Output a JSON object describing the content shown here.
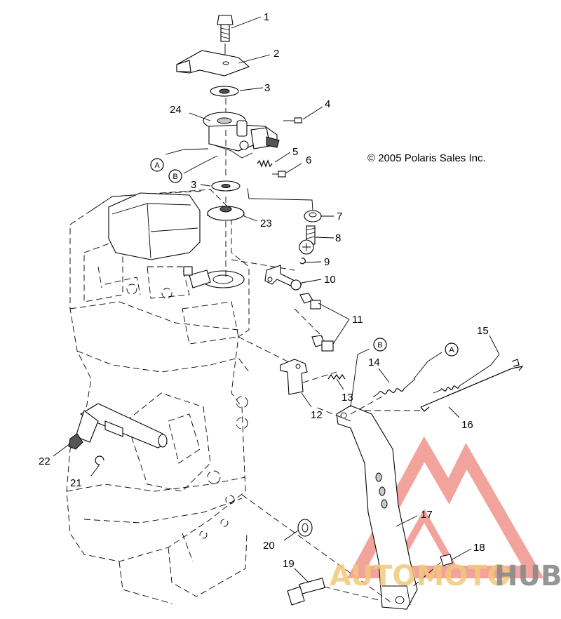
{
  "copyright": "© 2005 Polaris Sales Inc.",
  "callouts": [
    "A",
    "B"
  ],
  "part_numbers": {
    "p1": "1",
    "p2": "2",
    "p3a": "3",
    "p3b": "3",
    "p4": "4",
    "p5": "5",
    "p6": "6",
    "p7": "7",
    "p8": "8",
    "p9": "9",
    "p10": "10",
    "p11": "11",
    "p12": "12",
    "p13": "13",
    "p14": "14",
    "p15": "15",
    "p16": "16",
    "p17": "17",
    "p18": "18",
    "p19": "19",
    "p20": "20",
    "p21": "21",
    "p22": "22",
    "p23": "23",
    "p24": "24"
  },
  "watermark": {
    "part1": "AUTOMOTO",
    "part2": "HUB",
    "accent_color": "#e8584d"
  }
}
